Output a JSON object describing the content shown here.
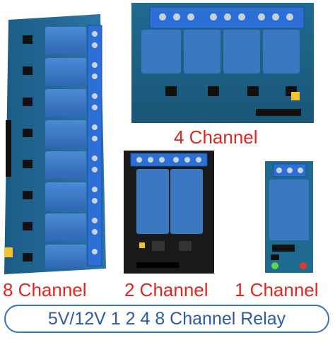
{
  "labels": {
    "four_channel": "4 Channel",
    "eight_channel": "8 Channel",
    "two_channel": "2 Channel",
    "one_channel": "1 Channel"
  },
  "banner": {
    "text": "5V/12V 1 2 4 8 Channel Relay"
  },
  "colors": {
    "board_blue": "#1f5f8e",
    "board_black": "#1a1a1a",
    "relay_blue": "#3b78c2",
    "terminal_blue": "#2d6fd6",
    "label_red": "#e0261e",
    "banner_blue": "#2a5ba8"
  }
}
